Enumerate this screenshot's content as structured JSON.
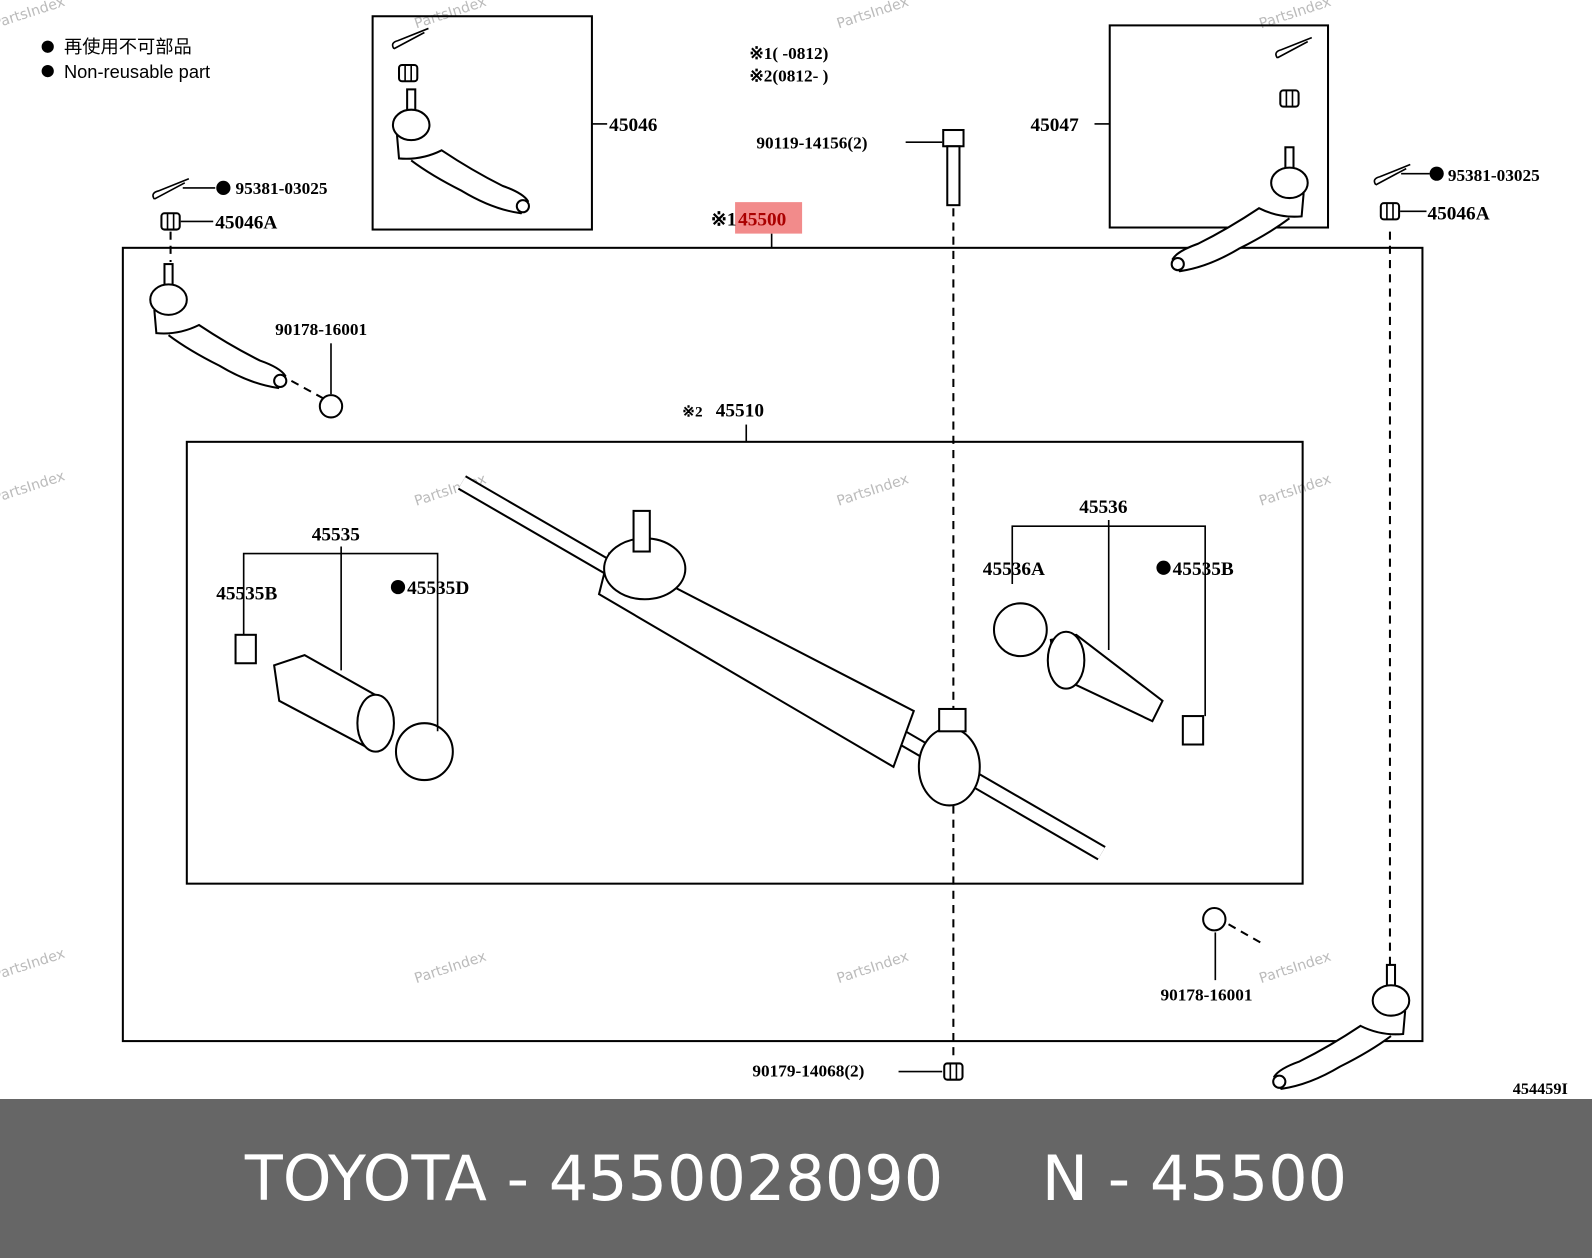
{
  "legend": {
    "jp": "再使用不可部品",
    "en": "Non-reusable part"
  },
  "notes": {
    "note1": "※1(      -0812)",
    "note2": "※2(0812-      )"
  },
  "labels": {
    "tie_rod_end_lh": "45046",
    "tie_rod_end_rh": "45047",
    "bolt": "90119-14156(2)",
    "cotter_pin_left": "95381-03025",
    "nut_left": "45046A",
    "cotter_pin_right": "95381-03025",
    "nut_right": "45046A",
    "assembly_mark": "※1",
    "assembly": "45500",
    "nut_9017_left": "90178-16001",
    "rack_mark": "※2",
    "rack": "45510",
    "boot_kit_left": "45535",
    "clip_left": "45535B",
    "clamp_left": "45535D",
    "boot_kit_right": "45536",
    "clamp_right": "45536A",
    "clip_right": "45535B",
    "nut_9017_right": "90178-16001",
    "nut_bottom": "90179-14068(2)",
    "illustration_id": "454459I"
  },
  "watermark": "PartsIndex",
  "highlight_color": "#f28b8b",
  "footer": {
    "text": "TOYOTA - 4550028090     N - 45500"
  }
}
